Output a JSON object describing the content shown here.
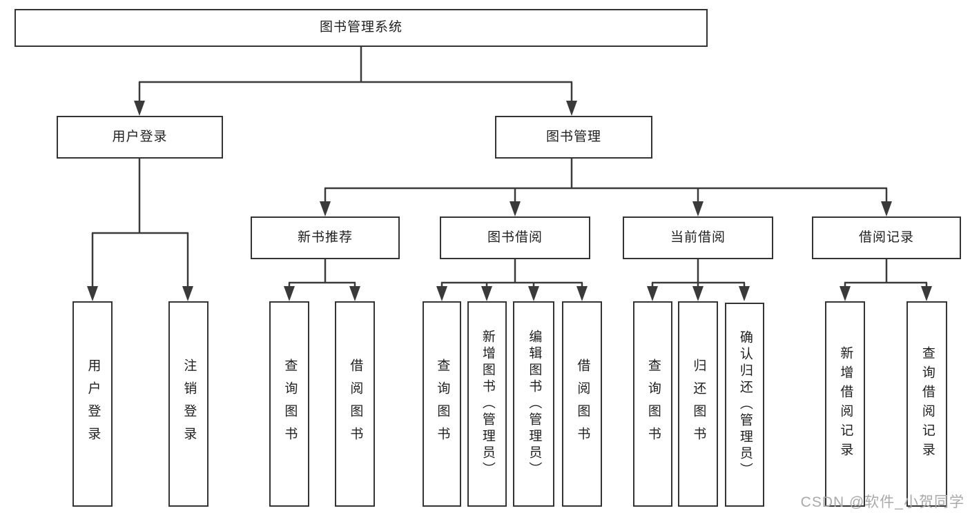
{
  "diagram": {
    "type": "tree-flowchart",
    "root": {
      "label": "图书管理系统"
    },
    "level2": [
      {
        "label": "用户登录",
        "leaves": [
          {
            "label": "用户登录"
          },
          {
            "label": "注销登录"
          }
        ]
      },
      {
        "label": "图书管理",
        "children": [
          {
            "label": "新书推荐",
            "leaves": [
              {
                "label": "查询图书"
              },
              {
                "label": "借阅图书"
              }
            ]
          },
          {
            "label": "图书借阅",
            "leaves": [
              {
                "label": "查询图书"
              },
              {
                "label": "新增图书（管理员）"
              },
              {
                "label": "编辑图书（管理员）"
              },
              {
                "label": "借阅图书"
              }
            ]
          },
          {
            "label": "当前借阅",
            "leaves": [
              {
                "label": "查询图书"
              },
              {
                "label": "归还图书"
              },
              {
                "label": "确认归还（管理员）"
              }
            ]
          },
          {
            "label": "借阅记录",
            "leaves": [
              {
                "label": "新增借阅记录"
              },
              {
                "label": "查询借阅记录"
              }
            ]
          }
        ]
      }
    ]
  },
  "watermark": {
    "text": "CSDN @软件_小贺同学"
  },
  "colors": {
    "line": "#3a3a3a",
    "box_border": "#333333",
    "text": "#1f1f1f",
    "watermark": "#a9a9a9",
    "background": "#ffffff"
  }
}
